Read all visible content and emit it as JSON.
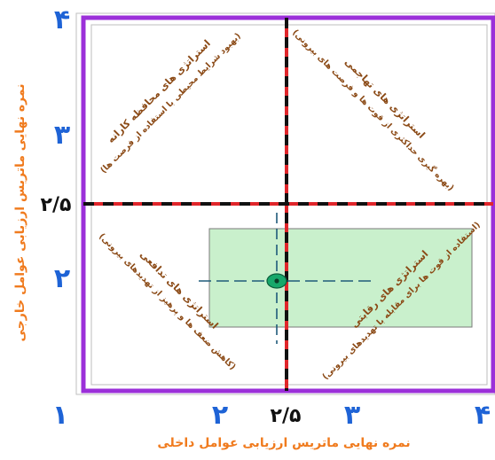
{
  "axes": {
    "x_label": "نمره نهایی ماتریس ارزیابی عوامل داخلی",
    "y_label": "نمره نهایی ماتریس ارزیابی عوامل خارجی",
    "x_ticks": [
      "۱",
      "۲",
      "۲/۵",
      "۳",
      "۴"
    ],
    "y_ticks": [
      "۴",
      "۳",
      "۲/۵",
      "۲"
    ]
  },
  "quadrants": {
    "top_left": {
      "title": "استراتژی های محافظه کارانه",
      "subtitle": "(بهبود شرایط محیطی با استفاده از فرصت ها)"
    },
    "top_right": {
      "title": "استراتژی های تهاجمی",
      "subtitle": "(بهره گیری حداکثری از قوت ها و فرصت های بیرونی)"
    },
    "bottom_left": {
      "title": "استراتژی های تدافعی",
      "subtitle": "(کاهش ضعف ها و پرهیز از تهدیدهای بیرونی)"
    },
    "bottom_right": {
      "title": "استراتژی های رقابتی",
      "subtitle": "(استفاده از قوت ها برای مقابله با تهدیدهای بیرونی)"
    }
  },
  "colors": {
    "frame": "#9b30d9",
    "divider_dash": "#e0262b",
    "label_blue": "#1e63d6",
    "axis_title": "#f07b1e",
    "strategy_text": "#8b4a16",
    "zone_fill": "#c9f0cc",
    "marker": "#17a86a"
  }
}
